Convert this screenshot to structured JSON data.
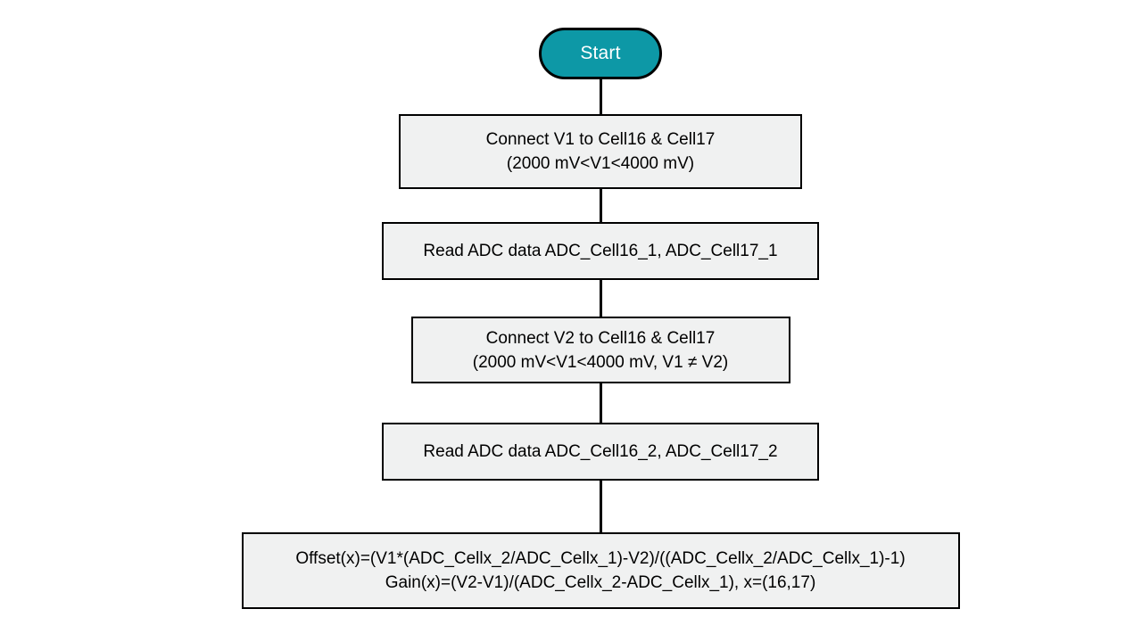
{
  "flowchart": {
    "start_label": "Start",
    "nodes": [
      {
        "id": "connect-v1",
        "lines": [
          "Connect V1 to Cell16 & Cell17",
          "(2000 mV<V1<4000 mV)"
        ]
      },
      {
        "id": "read-adc-1",
        "lines": [
          "Read ADC data ADC_Cell16_1, ADC_Cell17_1"
        ]
      },
      {
        "id": "connect-v2",
        "lines": [
          "Connect V2 to Cell16 & Cell17",
          "(2000 mV<V1<4000 mV, V1 ≠ V2)"
        ]
      },
      {
        "id": "read-adc-2",
        "lines": [
          "Read ADC data ADC_Cell16_2, ADC_Cell17_2"
        ]
      },
      {
        "id": "compute-offset-gain",
        "lines": [
          "Offset(x)=(V1*(ADC_Cellx_2/ADC_Cellx_1)-V2)/((ADC_Cellx_2/ADC_Cellx_1)-1)",
          "Gain(x)=(V2-V1)/(ADC_Cellx_2-ADC_Cellx_1), x=(16,17)"
        ]
      }
    ],
    "colors": {
      "start_fill": "#0d98a6",
      "start_text": "#ffffff",
      "box_fill": "#f0f1f1",
      "border": "#000000",
      "background": "#ffffff"
    }
  }
}
